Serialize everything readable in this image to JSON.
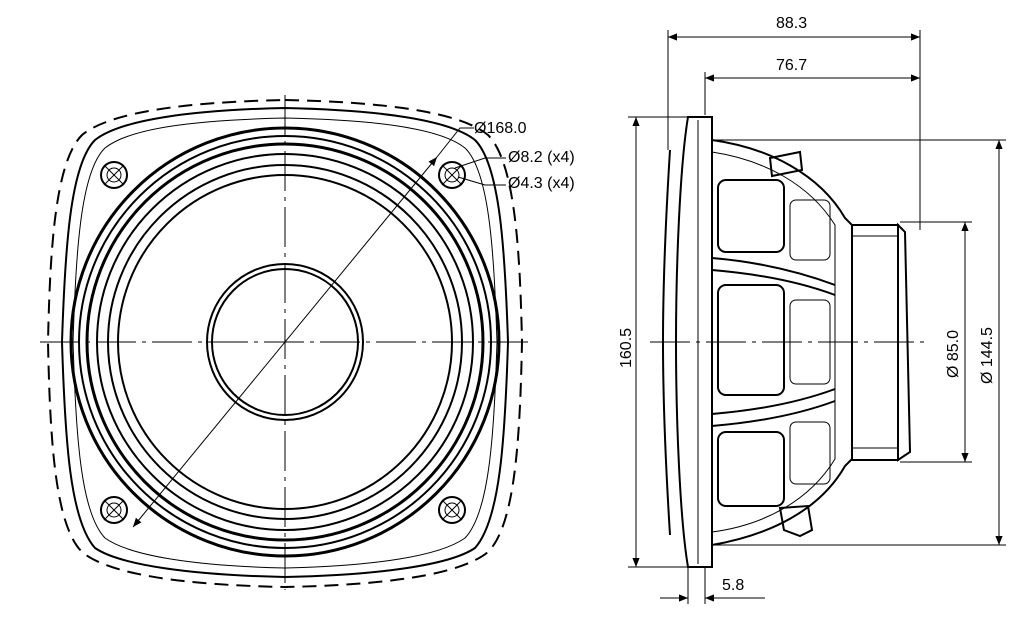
{
  "dimensions": {
    "outer_diameter": "Ø168.0",
    "mount_hole_large": "Ø8.2 (x4)",
    "mount_hole_small": "Ø4.3 (x4)",
    "overall_depth": "88.3",
    "depth_from_flange": "76.7",
    "overall_height": "160.5",
    "magnet_diameter": "Ø 85.0",
    "cutout_diameter": "Ø 144.5",
    "flange_thickness": "5.8"
  }
}
